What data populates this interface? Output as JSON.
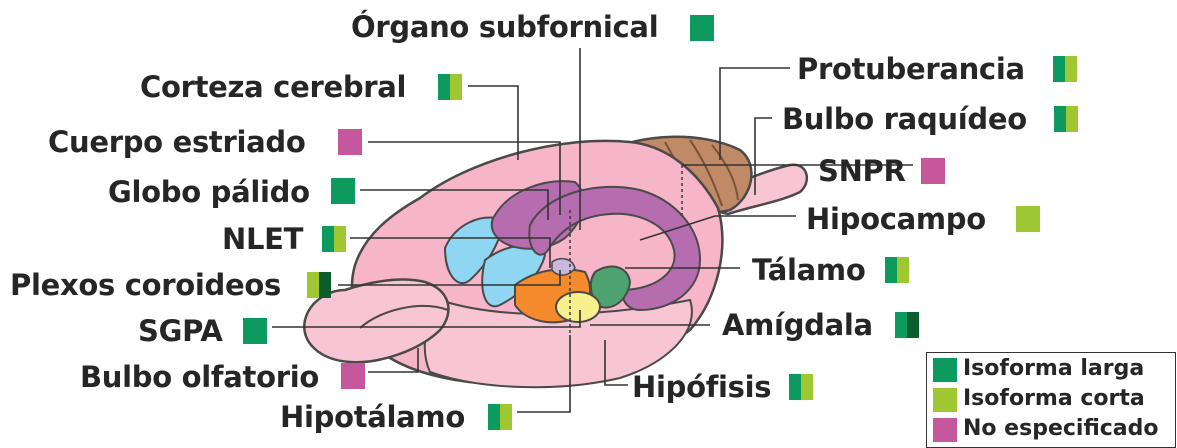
{
  "colors": {
    "isoforma_larga": "#0d9a5e",
    "isoforma_corta": "#9ec731",
    "isoforma_oscura": "#0b5e2c",
    "no_especificado": "#c5589d",
    "brain_outline": "#4a4a4a",
    "brain_pink": "#f8c5d4",
    "cortex_pink": "#f6b5c9",
    "cerebellum_brown": "#c08a66",
    "purple_region": "#b56db0",
    "blue_region": "#8fd6f2",
    "orange_region": "#f58a2c",
    "green_region": "#4fa370",
    "yellow_region": "#f7f08c",
    "lilac_region": "#c7b8dc",
    "leader_line": "#333333"
  },
  "labels": {
    "organo_subfornical": "Órgano subfornical",
    "corteza_cerebral": "Corteza cerebral",
    "cuerpo_estriado": "Cuerpo estriado",
    "globo_palido": "Globo pálido",
    "nlet": "NLET",
    "plexos_coroideos": "Plexos coroideos",
    "sgpa": "SGPA",
    "bulbo_olfatorio": "Bulbo olfatorio",
    "hipotalamo": "Hipotálamo",
    "protuberancia": "Protuberancia",
    "bulbo_raquideo": "Bulbo raquídeo",
    "snpr": "SNPR",
    "hipocampo": "Hipocampo",
    "talamo": "Tálamo",
    "amigdala": "Amígdala",
    "hipofisis": "Hipófisis"
  },
  "label_icons": {
    "organo_subfornical": "isoforma-larga-swatch",
    "corteza_cerebral": "mixed-larga-corta-swatch",
    "cuerpo_estriado": "no-especificado-swatch",
    "globo_palido": "isoforma-larga-swatch",
    "nlet": "mixed-larga-corta-swatch",
    "plexos_coroideos": "mixed-corta-oscura-swatch",
    "sgpa": "isoforma-larga-swatch",
    "bulbo_olfatorio": "no-especificado-swatch",
    "hipotalamo": "mixed-larga-corta-swatch",
    "protuberancia": "mixed-larga-corta-swatch",
    "bulbo_raquideo": "mixed-larga-corta-swatch",
    "snpr": "no-especificado-swatch",
    "hipocampo": "isoforma-corta-swatch",
    "talamo": "mixed-larga-corta-swatch",
    "amigdala": "mixed-larga-oscura-swatch",
    "hipofisis": "mixed-larga-corta-swatch"
  },
  "legend": {
    "larga": "Isoforma larga",
    "corta": "Isoforma corta",
    "no_especificado": "No especificado"
  }
}
